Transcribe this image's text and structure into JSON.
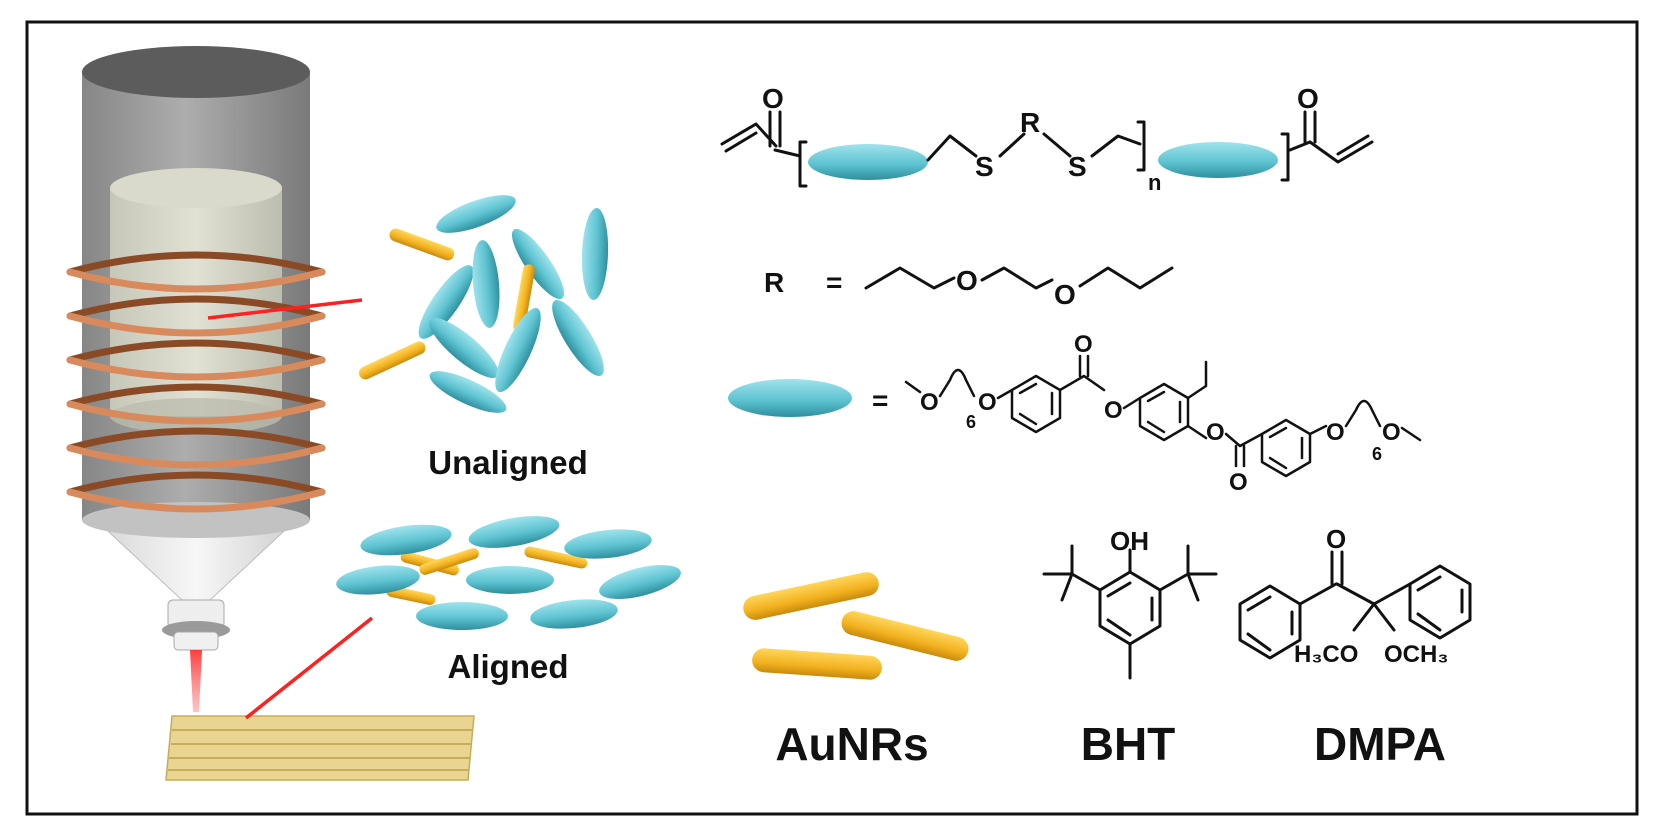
{
  "colors": {
    "mesogen": "#5fc4d2",
    "mesogen_shade": "#2e8f9f",
    "gold_rod": "#f2b11f",
    "copper_coil": "#c9774a",
    "laser": "#ff2a2a",
    "substrate": "#e9d591",
    "frame": "#111111"
  },
  "labels": {
    "unaligned": "Unaligned",
    "aligned": "Aligned",
    "aunrs": "AuNRs",
    "bht": "BHT",
    "dmpa": "DMPA"
  },
  "formula": {
    "repeat_subscript": "n",
    "r_symbol": "R",
    "equals": "=",
    "sulfur": "S",
    "oxygen": "O",
    "hydroxyl": "OH",
    "spacer_subscript": "6",
    "methoxy_left": "H₃CO",
    "methoxy_right": "OCH₃"
  }
}
